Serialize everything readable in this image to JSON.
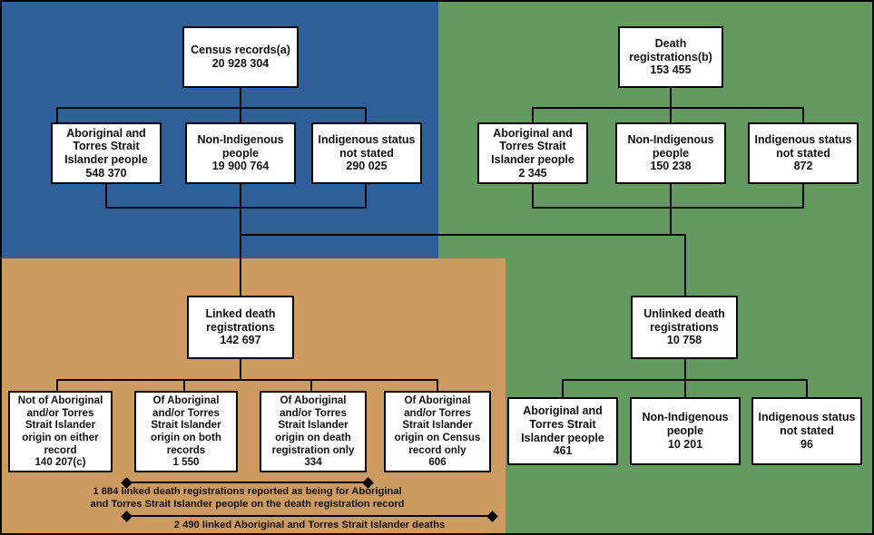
{
  "figure": {
    "colors": {
      "census_panel": "#2e5f99",
      "deaths_panel": "#629a5f",
      "linked_panel": "#cd9a5f",
      "unlinked_panel": "#629a5f",
      "box_fill": "#ffffff",
      "line": "#000000",
      "text": "#111111"
    }
  },
  "nodes": {
    "census_records": {
      "label": "Census records(a)",
      "value": "20 928 304"
    },
    "death_registrations": {
      "label": "Death\nregistrations(b)",
      "value": "153 455"
    },
    "census_indigenous": {
      "label": "Aboriginal and\nTorres Strait\nIslander people",
      "value": "548 370"
    },
    "census_non_indigenous": {
      "label": "Non-Indigenous\npeople",
      "value": "19 900 764"
    },
    "census_not_stated": {
      "label": "Indigenous status\nnot stated",
      "value": "290 025"
    },
    "deaths_indigenous": {
      "label": "Aboriginal and\nTorres Strait\nIslander people",
      "value": "2 345"
    },
    "deaths_non_indigenous": {
      "label": "Non-Indigenous\npeople",
      "value": "150 238"
    },
    "deaths_not_stated": {
      "label": "Indigenous status\nnot stated",
      "value": "872"
    },
    "linked_deaths": {
      "label": "Linked death\nregistrations",
      "value": "142 697"
    },
    "unlinked_deaths": {
      "label": "Unlinked death\nregistrations",
      "value": "10 758"
    },
    "not_indigenous_either": {
      "label": "Not of Aboriginal\nand/or Torres\nStrait Islander\norigin on either\nrecord",
      "value": "140 207(c)"
    },
    "indigenous_both": {
      "label": "Of Aboriginal\nand/or Torres\nStrait Islander\norigin on both\nrecords",
      "value": "1 550"
    },
    "indigenous_death_only": {
      "label": "Of Aboriginal\nand/or Torres\nStrait Islander\norigin on death\nregistration only",
      "value": "334"
    },
    "indigenous_census_only": {
      "label": "Of Aboriginal\nand/or Torres\nStrait Islander\norigin on Census\nrecord only",
      "value": "606"
    },
    "unlinked_indigenous": {
      "label": "Aboriginal and\nTorres Strait\nIslander people",
      "value": "461"
    },
    "unlinked_non_indigenous": {
      "label": "Non-Indigenous\npeople",
      "value": "10 201"
    },
    "unlinked_not_stated": {
      "label": "Indigenous status\nnot stated",
      "value": "96"
    }
  },
  "annotations": {
    "bracket_1": "1 884 linked death registrations reported as being for Aboriginal\nand Torres Strait Islander people on the death registration record",
    "bracket_2": "2 490 linked Aboriginal and Torres Strait Islander deaths"
  }
}
